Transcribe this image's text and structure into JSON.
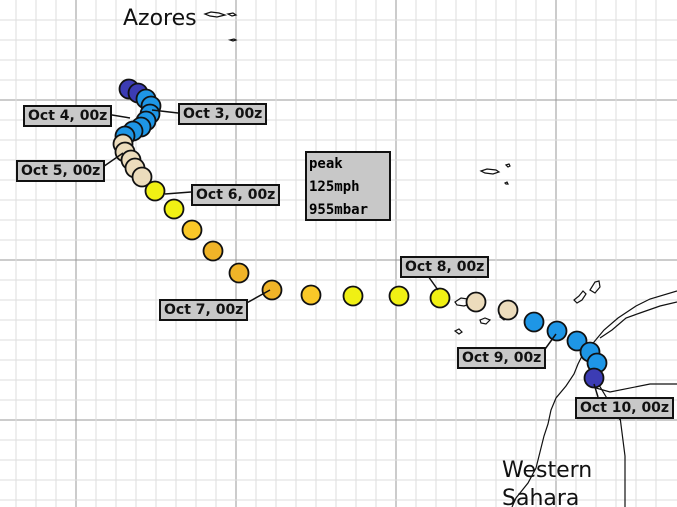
{
  "regions": {
    "azores": "Azores",
    "western_sahara_line1": "Western",
    "western_sahara_line2": "Sahara"
  },
  "peak": {
    "line1": "peak",
    "line2": "125mph",
    "line3": "955mbar"
  },
  "colors": {
    "td": "#3c3cb4",
    "ts": "#1e96e6",
    "cat1": "#f0f014",
    "cat2": "#fac828",
    "cat3": "#f0b428",
    "ext": "#ecdcbc",
    "ts_light": "#50aaf0"
  },
  "track_labels": [
    {
      "id": "oct3",
      "text": "Oct 3, 00z"
    },
    {
      "id": "oct4",
      "text": "Oct 4, 00z"
    },
    {
      "id": "oct5",
      "text": "Oct 5, 00z"
    },
    {
      "id": "oct6",
      "text": "Oct 6, 00z"
    },
    {
      "id": "oct7",
      "text": "Oct 7, 00z"
    },
    {
      "id": "oct8",
      "text": "Oct 8, 00z"
    },
    {
      "id": "oct9",
      "text": "Oct 9, 00z"
    },
    {
      "id": "oct10",
      "text": "Oct 10, 00z"
    }
  ]
}
